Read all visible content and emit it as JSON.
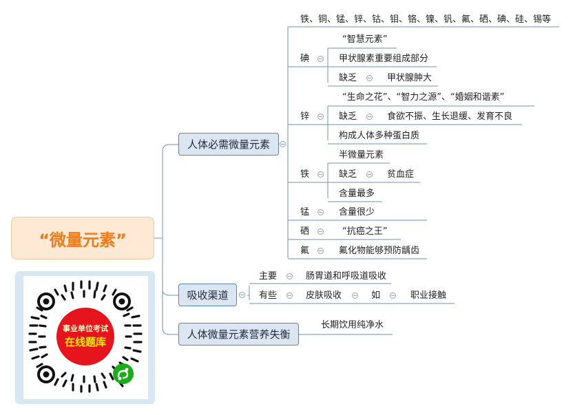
{
  "root": {
    "label": "“微量元素”"
  },
  "branches": {
    "essential": {
      "label": "人体必需微量元素",
      "list": "铁、铜、锰、锌、钴、钼、铬、镍、钒、氟、硒、碘、硅、锡等",
      "iodine": {
        "name": "碘",
        "items": [
          "“智慧元素”",
          "甲状腺素重要组成部分",
          "缺乏"
        ],
        "lack_result": "甲状腺肿大"
      },
      "zinc": {
        "name": "锌",
        "items": [
          "“生命之花”、“智力之源”、“婚姻和谐素”",
          "缺乏",
          "构成人体多种蛋白质"
        ],
        "lack_result": "食欲不振、生长退缓、发育不良"
      },
      "iron": {
        "name": "铁",
        "items": [
          "半微量元素",
          "缺乏",
          "含量最多"
        ],
        "lack_result": "贫血症"
      },
      "manganese": {
        "name": "锰",
        "item": "含量很少"
      },
      "selenium": {
        "name": "硒",
        "item": "“抗癌之王”"
      },
      "fluorine": {
        "name": "氟",
        "item": "氟化物能够预防龋齿"
      }
    },
    "absorption": {
      "label": "吸收渠道",
      "main": {
        "label": "主要",
        "value": "肠胃道和呼吸道吸收"
      },
      "some": {
        "label": "有些",
        "value": "皮肤吸收",
        "conj": "如",
        "example": "职业接触"
      }
    },
    "imbalance": {
      "label": "人体微量元素营养失衡",
      "item": "长期饮用纯净水"
    }
  },
  "qr": {
    "line1": "事业单位考试",
    "line2": "在线题库"
  },
  "colors": {
    "line": "#6d8fb5",
    "root_text": "#ef7a1a",
    "node_fill": "#dce6f2",
    "qr_red": "#e6141c"
  },
  "icons": [
    "collapse-icon",
    "wechat-miniprogram-icon"
  ]
}
